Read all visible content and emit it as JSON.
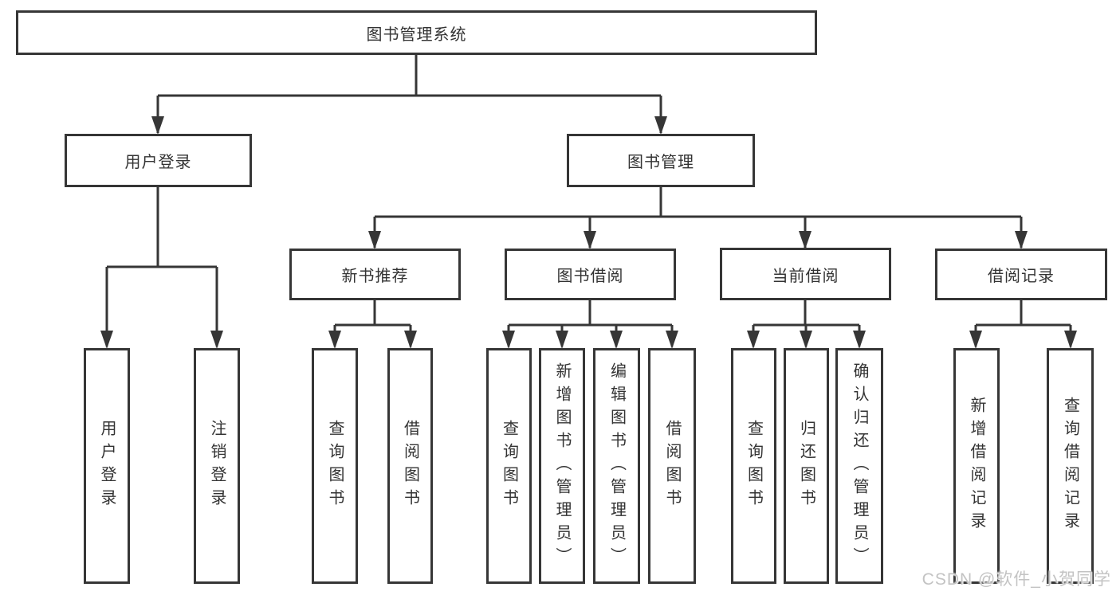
{
  "tree": {
    "root": {
      "label": "图书管理系统"
    },
    "branches": [
      {
        "label": "用户登录",
        "children": [
          {
            "label": "用户登录"
          },
          {
            "label": "注销登录"
          }
        ]
      },
      {
        "label": "图书管理",
        "children": [
          {
            "label": "新书推荐",
            "children": [
              {
                "label": "查询图书"
              },
              {
                "label": "借阅图书"
              }
            ]
          },
          {
            "label": "图书借阅",
            "children": [
              {
                "label": "查询图书"
              },
              {
                "label": "新增图书（管理员）"
              },
              {
                "label": "编辑图书（管理员）"
              },
              {
                "label": "借阅图书"
              }
            ]
          },
          {
            "label": "当前借阅",
            "children": [
              {
                "label": "查询图书"
              },
              {
                "label": "归还图书"
              },
              {
                "label": "确认归还（管理员）"
              }
            ]
          },
          {
            "label": "借阅记录",
            "children": [
              {
                "label": "新增借阅记录"
              },
              {
                "label": "查询借阅记录"
              }
            ]
          }
        ]
      }
    ]
  },
  "watermark": {
    "text": "CSDN @软件_小贺同学"
  },
  "colors": {
    "line": "#363636",
    "box_border": "#363636",
    "box_background": "#ffffff",
    "text": "#333333",
    "watermark": "#c3c3c3"
  }
}
